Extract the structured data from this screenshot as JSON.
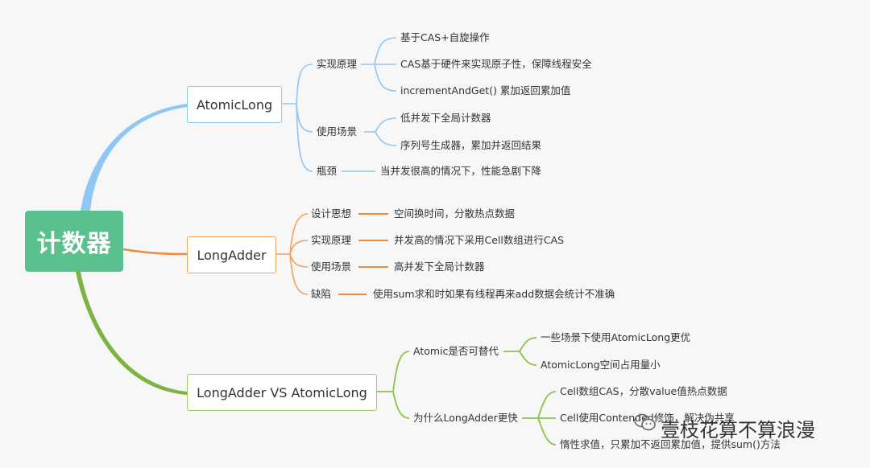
{
  "root": {
    "label": "计数器"
  },
  "branches": [
    {
      "label": "AtomicLong",
      "groups": [
        {
          "label": "实现原理",
          "items": [
            "基于CAS+自旋操作",
            "CAS基于硬件来实现原子性，保障线程安全",
            "incrementAndGet() 累加返回累加值"
          ]
        },
        {
          "label": "使用场景",
          "items": [
            "低并发下全局计数器",
            "序列号生成器，累加并返回结果"
          ]
        },
        {
          "label": "瓶颈",
          "items": [
            "当并发很高的情况下，性能急剧下降"
          ]
        }
      ]
    },
    {
      "label": "LongAdder",
      "groups": [
        {
          "label": "设计思想",
          "items": [
            "空间换时间，分散热点数据"
          ]
        },
        {
          "label": "实现原理",
          "items": [
            "并发高的情况下采用Cell数组进行CAS"
          ]
        },
        {
          "label": "使用场景",
          "items": [
            "高并发下全局计数器"
          ]
        },
        {
          "label": "缺陷",
          "items": [
            "使用sum求和时如果有线程再来add数据会统计不准确"
          ]
        }
      ]
    },
    {
      "label": "LongAdder VS AtomicLong",
      "groups": [
        {
          "label": "Atomic是否可替代",
          "items": [
            "一些场景下使用AtomicLong更优",
            "AtomicLong空间占用量小"
          ]
        },
        {
          "label": "为什么LongAdder更快",
          "items": [
            "Cell数组CAS，分散value值热点数据",
            "Cell使用Contended修饰，解决伪共享",
            "惰性求值，只累加不返回累加值，提供sum()方法"
          ]
        }
      ]
    }
  ],
  "watermark": "壹枝花算不算浪漫",
  "colors": {
    "root": "#5ac18e",
    "blue": "#8fc6f3",
    "orange": "#f1a05a",
    "green": "#8bc34a"
  }
}
